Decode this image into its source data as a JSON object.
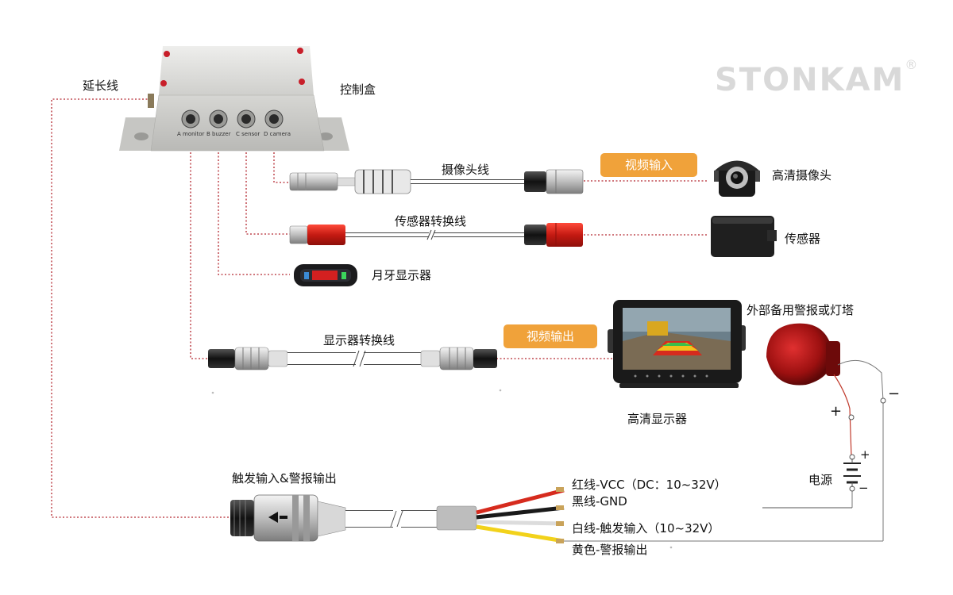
{
  "brand": {
    "name": "STONKAM",
    "mark": "®"
  },
  "control_box": {
    "label": "控制盒",
    "ports": [
      "A monitor",
      "B buzzer",
      "C sensor",
      "D camera"
    ]
  },
  "extension_cable": {
    "label": "延长线"
  },
  "cables": {
    "camera": "摄像头线",
    "sensor": "传感器转换线",
    "monitor": "显示器转换线",
    "trigger": "触发输入&警报输出"
  },
  "badges": {
    "video_in": "视频输入",
    "video_out": "视频输出"
  },
  "devices": {
    "camera": "高清摄像头",
    "sensor": "传感器",
    "moon_display": "月牙显示器",
    "monitor": "高清显示器",
    "alarm": "外部备用警报或灯塔"
  },
  "power": {
    "label": "电源",
    "plus": "+",
    "minus": "−"
  },
  "wires": [
    {
      "label": "红线-VCC（DC：10~32V）",
      "color": "#d62b1e"
    },
    {
      "label": "黑线-GND",
      "color": "#1a1a1a"
    },
    {
      "label": "白线-触发输入（10~32V）",
      "color": "#e8e8e8"
    },
    {
      "label": "黄色-警报输出",
      "color": "#f2d21b"
    }
  ],
  "colors": {
    "dotted_red": "#b3262e",
    "badge": "#f0a23a",
    "sensor_red": "#d3201f"
  }
}
